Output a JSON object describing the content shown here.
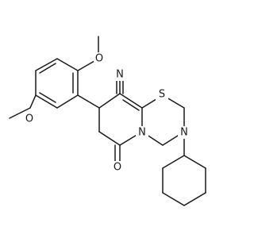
{
  "molecule": {
    "atoms": {
      "n_nitrile": "N",
      "o_methoxy_top": "O",
      "o_methoxy_left": "O",
      "s_ring": "S",
      "n_ring_pyridone": "N",
      "n_ring_cyclohexyl": "N",
      "o_carbonyl": "O"
    }
  }
}
